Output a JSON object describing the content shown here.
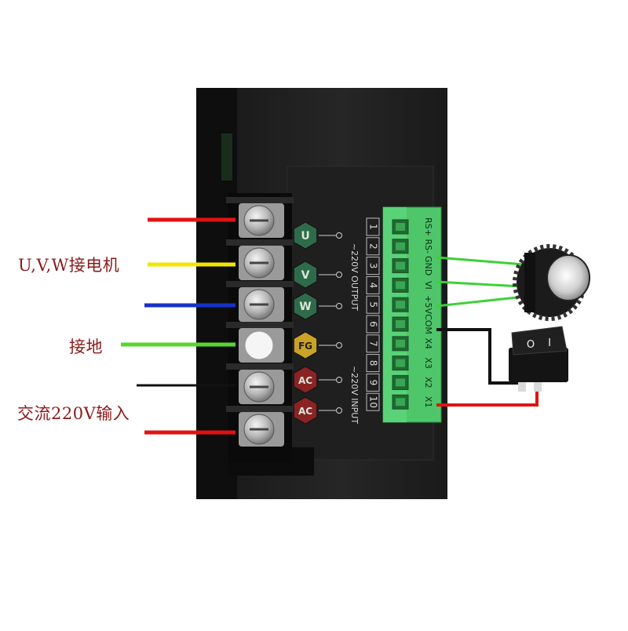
{
  "labels": {
    "motor": "U,V,W接电机",
    "ground": "接地",
    "ac_input": "交流220V输入"
  },
  "power_terminals": [
    {
      "name": "U",
      "color": "#2f6b4a"
    },
    {
      "name": "V",
      "color": "#2f6b4a"
    },
    {
      "name": "W",
      "color": "#2f6b4a"
    },
    {
      "name": "FG",
      "color": "#c9a227"
    },
    {
      "name": "AC",
      "color": "#8a2424"
    },
    {
      "name": "AC",
      "color": "#8a2424"
    }
  ],
  "panel_text": {
    "output": "~220V OUTPUT",
    "input": "~220V INPUT"
  },
  "terminal_numbers": [
    "1",
    "2",
    "3",
    "4",
    "5",
    "6",
    "7",
    "8",
    "9",
    "10"
  ],
  "control_terminals": [
    "RS+",
    "RS-",
    "GND",
    "VI",
    "+5V",
    "COM",
    "X4",
    "X3",
    "X2",
    "X1"
  ],
  "switch_marks": {
    "on": "I",
    "off": "O"
  },
  "wire_colors": {
    "red": "#e31212",
    "yellow": "#f2e600",
    "blue": "#1532c8",
    "green": "#58d630",
    "black": "#111111",
    "signal_green": "#3fcf3a"
  }
}
